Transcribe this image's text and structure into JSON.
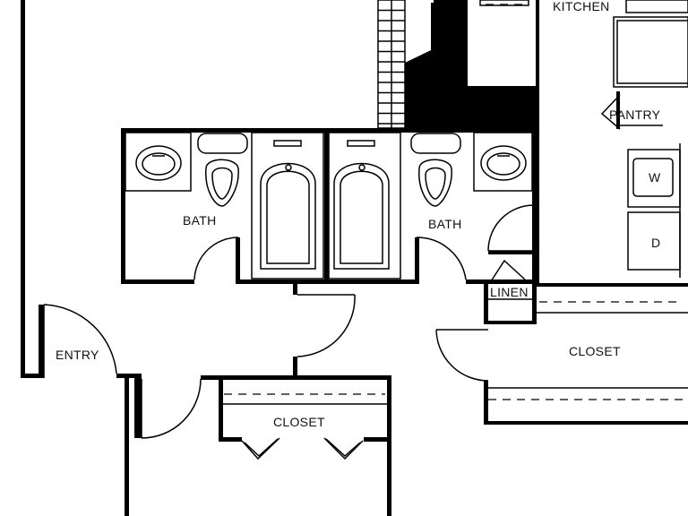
{
  "labels": {
    "kitchen": "KITCHEN",
    "pantry": "PANTRY",
    "bath_left": "BATH",
    "bath_right": "BATH",
    "entry": "ENTRY",
    "linen": "LINEN",
    "closet_right": "CLOSET",
    "closet_bottom": "CLOSET",
    "washer": "W",
    "dryer": "D"
  }
}
